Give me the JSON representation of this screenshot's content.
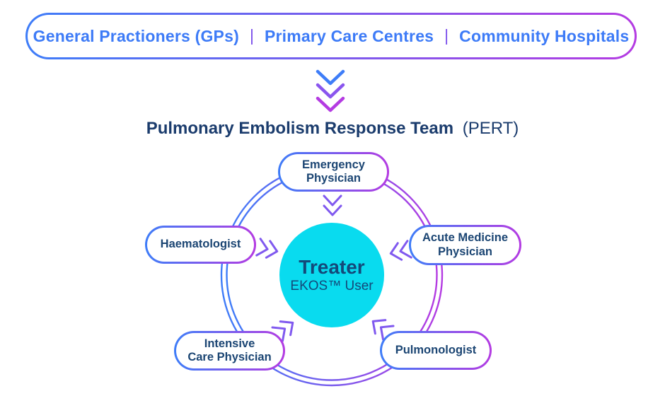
{
  "banner": {
    "items": [
      "General Practioners (GPs)",
      "Primary Care Centres",
      "Community Hospitals"
    ],
    "separator": "|"
  },
  "title": {
    "bold": "Pulmonary Embolism Response Team",
    "regular": "(PERT)"
  },
  "center": {
    "title": "Treater",
    "subtitle": "EKOS™ User"
  },
  "pert": {
    "nodes": [
      {
        "id": "emergency-physician",
        "lines": [
          "Emergency",
          "Physician"
        ]
      },
      {
        "id": "acute-medicine-physician",
        "lines": [
          "Acute Medicine",
          "Physician"
        ]
      },
      {
        "id": "pulmonologist",
        "lines": [
          "Pulmonologist"
        ]
      },
      {
        "id": "intensive-care-physician",
        "lines": [
          "Intensive",
          "Care Physician"
        ]
      },
      {
        "id": "haematologist",
        "lines": [
          "Haematologist"
        ]
      }
    ]
  },
  "icons": {
    "flow_down": "chevron-down-triple-icon",
    "spoke": "chevron-double-icon"
  },
  "colors": {
    "accent_blue": "#3E7DF8",
    "accent_magenta": "#B43BE2",
    "separator_indigo": "#7B4FEB",
    "spoke_purple": "#8059EF",
    "chevron_mid": "#8A55EE",
    "cyan": "#09DBEF",
    "navy_title": "#1B3C6D",
    "navy_node": "#1B4573",
    "navy_center": "#14497A",
    "text_blue": "#3D7BF7"
  }
}
